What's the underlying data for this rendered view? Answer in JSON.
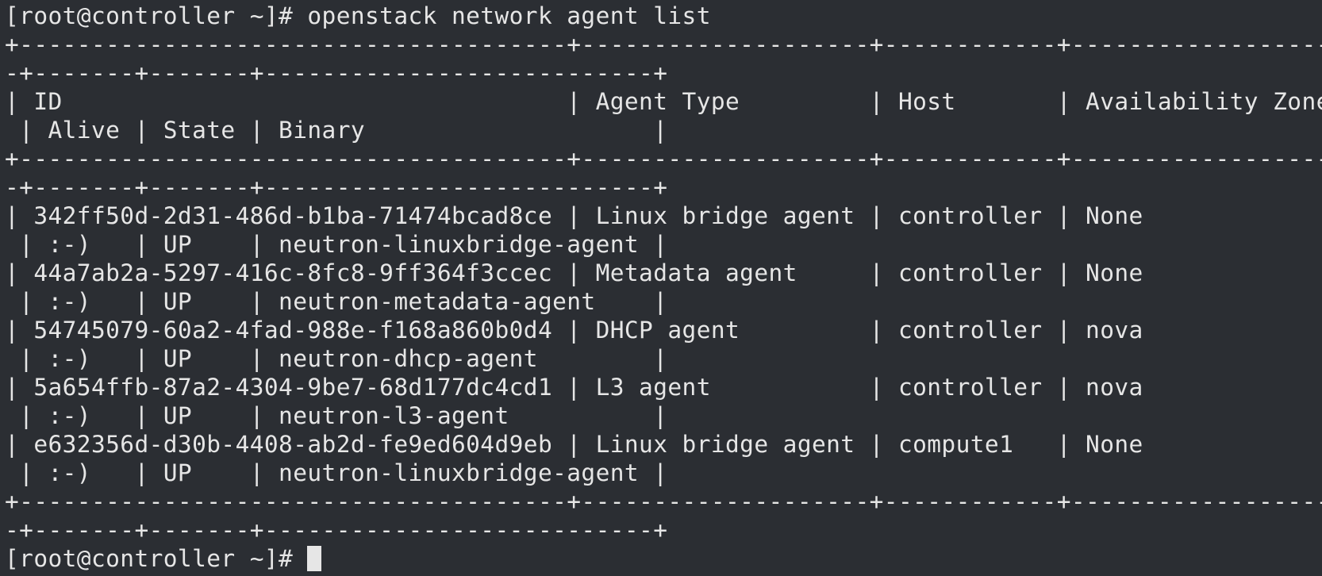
{
  "terminal": {
    "prompt": "[root@controller ~]# ",
    "command": "openstack network agent list",
    "output_lines": [
      "+--------------------------------------+--------------------+------------+-------------------",
      "-+-------+-------+---------------------------+",
      "| ID                                   | Agent Type         | Host       | Availability Zone",
      " | Alive | State | Binary                    |",
      "+--------------------------------------+--------------------+------------+-------------------",
      "-+-------+-------+---------------------------+",
      "| 342ff50d-2d31-486d-b1ba-71474bcad8ce | Linux bridge agent | controller | None",
      " | :-)   | UP    | neutron-linuxbridge-agent |",
      "| 44a7ab2a-5297-416c-8fc8-9ff364f3ccec | Metadata agent     | controller | None",
      " | :-)   | UP    | neutron-metadata-agent    |",
      "| 54745079-60a2-4fad-988e-f168a860b0d4 | DHCP agent         | controller | nova",
      " | :-)   | UP    | neutron-dhcp-agent        |",
      "| 5a654ffb-87a2-4304-9be7-68d177dc4cd1 | L3 agent           | controller | nova",
      " | :-)   | UP    | neutron-l3-agent          |",
      "| e632356d-d30b-4408-ab2d-fe9ed604d9eb | Linux bridge agent | compute1   | None",
      " | :-)   | UP    | neutron-linuxbridge-agent |",
      "+--------------------------------------+--------------------+------------+-------------------",
      "-+-------+-------+---------------------------+"
    ]
  }
}
